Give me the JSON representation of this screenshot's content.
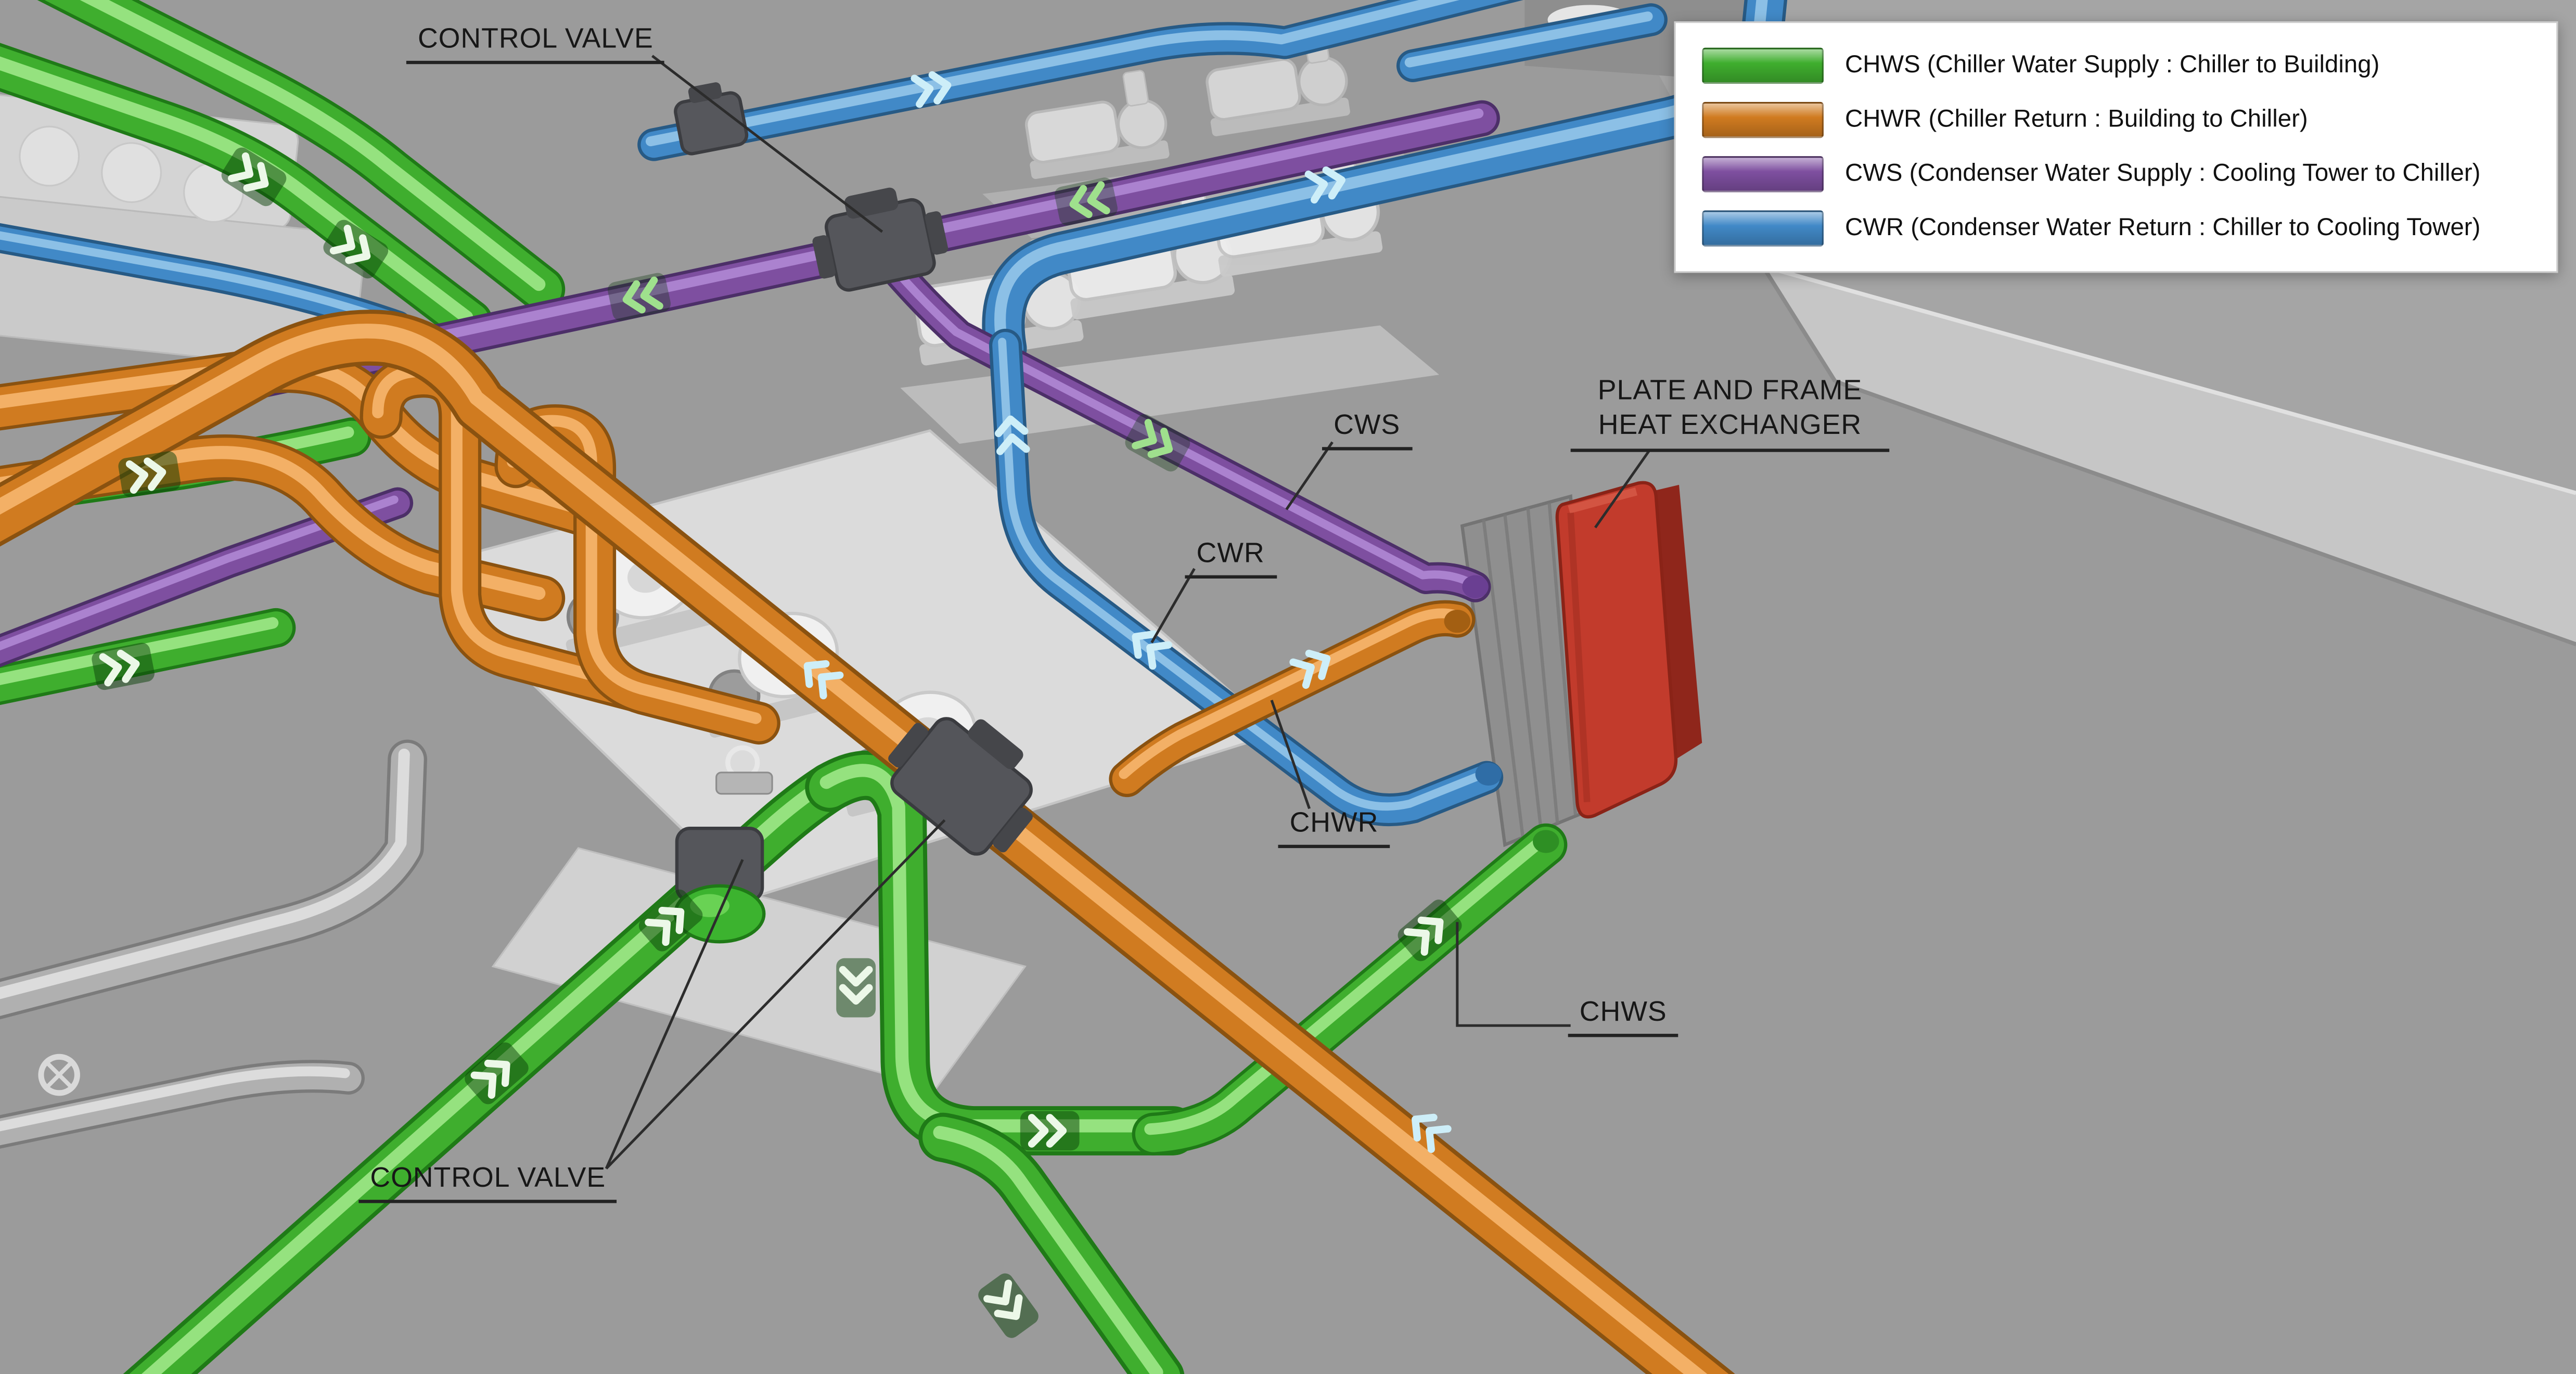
{
  "scene": {
    "background_color": "#9b9b9b",
    "description": "3D BIM rendering of a chiller plant piping system with plate and frame heat exchanger"
  },
  "colors": {
    "chws_green": "#3fae2e",
    "chwr_orange": "#d07b20",
    "cws_purple": "#7e4fa0",
    "cwr_blue": "#4189c7",
    "heat_exchanger_red": "#c23b2c",
    "background_gray": "#9b9b9b"
  },
  "legend": {
    "items": [
      {
        "id": "chws",
        "label": "CHWS (Chiller Water Supply : Chiller to Building)",
        "color": "#3fae2e"
      },
      {
        "id": "chwr",
        "label": "CHWR (Chiller Return : Building to Chiller)",
        "color": "#d07b20"
      },
      {
        "id": "cws",
        "label": "CWS (Condenser Water Supply : Cooling Tower to Chiller)",
        "color": "#7e4fa0"
      },
      {
        "id": "cwr",
        "label": "CWR (Condenser Water Return : Chiller to Cooling Tower)",
        "color": "#4189c7"
      }
    ]
  },
  "annotations": {
    "control_valve_top": "CONTROL VALVE",
    "control_valve_bottom": "CONTROL VALVE",
    "cws": "CWS",
    "cwr": "CWR",
    "chwr": "CHWR",
    "chws": "CHWS",
    "heat_exchanger_line1": "PLATE AND FRAME",
    "heat_exchanger_line2": "HEAT EXCHANGER"
  }
}
